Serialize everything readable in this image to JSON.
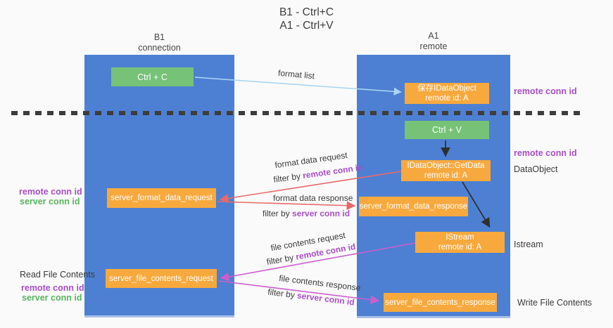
{
  "title": {
    "line1": "B1 - Ctrl+C",
    "line2": "A1 - Ctrl+V"
  },
  "lanes": {
    "left": {
      "title": "B1",
      "subtitle": "connection"
    },
    "right": {
      "title": "A1",
      "subtitle": "remote"
    }
  },
  "nodes": {
    "ctrl_c": {
      "label": "Ctrl + C"
    },
    "ctrl_v": {
      "label": "Ctrl + V"
    },
    "save_dataobject": {
      "line1": "保存IDataObject",
      "line2": "remote id: A"
    },
    "getdata": {
      "line1": "IDataObject::GetData",
      "line2": "remote id: A"
    },
    "istream": {
      "line1": "IStream",
      "line2": "remote id: A"
    },
    "server_format_data_request": {
      "label": "server_format_data_request"
    },
    "server_format_data_response": {
      "label": "server_format_data_response"
    },
    "server_file_contents_request": {
      "label": "server_file_contents_request"
    },
    "server_file_contents_response": {
      "label": "server_file_contents_response"
    }
  },
  "flow_labels": {
    "format_list": "format list",
    "format_data_request": "format data request",
    "format_data_request_filter_prefix": "filter by ",
    "format_data_request_filter_key": "remote conn id",
    "format_data_response": "format data response",
    "format_data_response_filter_prefix": "filter by ",
    "format_data_response_filter_key": "server conn id",
    "file_contents_request": "file contents request",
    "file_contents_request_filter_prefix": "filter by ",
    "file_contents_request_filter_key": "remote conn id",
    "file_contents_response": "file contents response",
    "file_contents_response_filter_prefix": "filter by ",
    "file_contents_response_filter_key": "server conn id"
  },
  "side_labels": {
    "right_remote_conn_id_top": "remote conn id",
    "right_remote_conn_id_mid": "remote conn id",
    "right_dataobject": "DataObject",
    "right_istream": "Istream",
    "right_write_file_contents": "Write File Contents",
    "left_remote_conn_id_top": "remote conn id",
    "left_server_conn_id_top": "server conn id",
    "left_read_file_contents": "Read File Contents",
    "left_remote_conn_id_bottom": "remote conn id",
    "left_server_conn_id_bottom": "server conn id"
  },
  "colors": {
    "lane_blue": "#4d80d2",
    "node_orange": "#f8a93e",
    "node_green": "#76c277",
    "arrow_light_blue": "#a9d5f3",
    "arrow_salmon": "#e8696b",
    "arrow_magenta": "#cc5ecf",
    "arrow_black": "#2f2f2f",
    "text_purple": "#a74fc6",
    "text_green": "#58b65c",
    "text_dark": "#3d3d3d",
    "background": "#fafafa"
  }
}
